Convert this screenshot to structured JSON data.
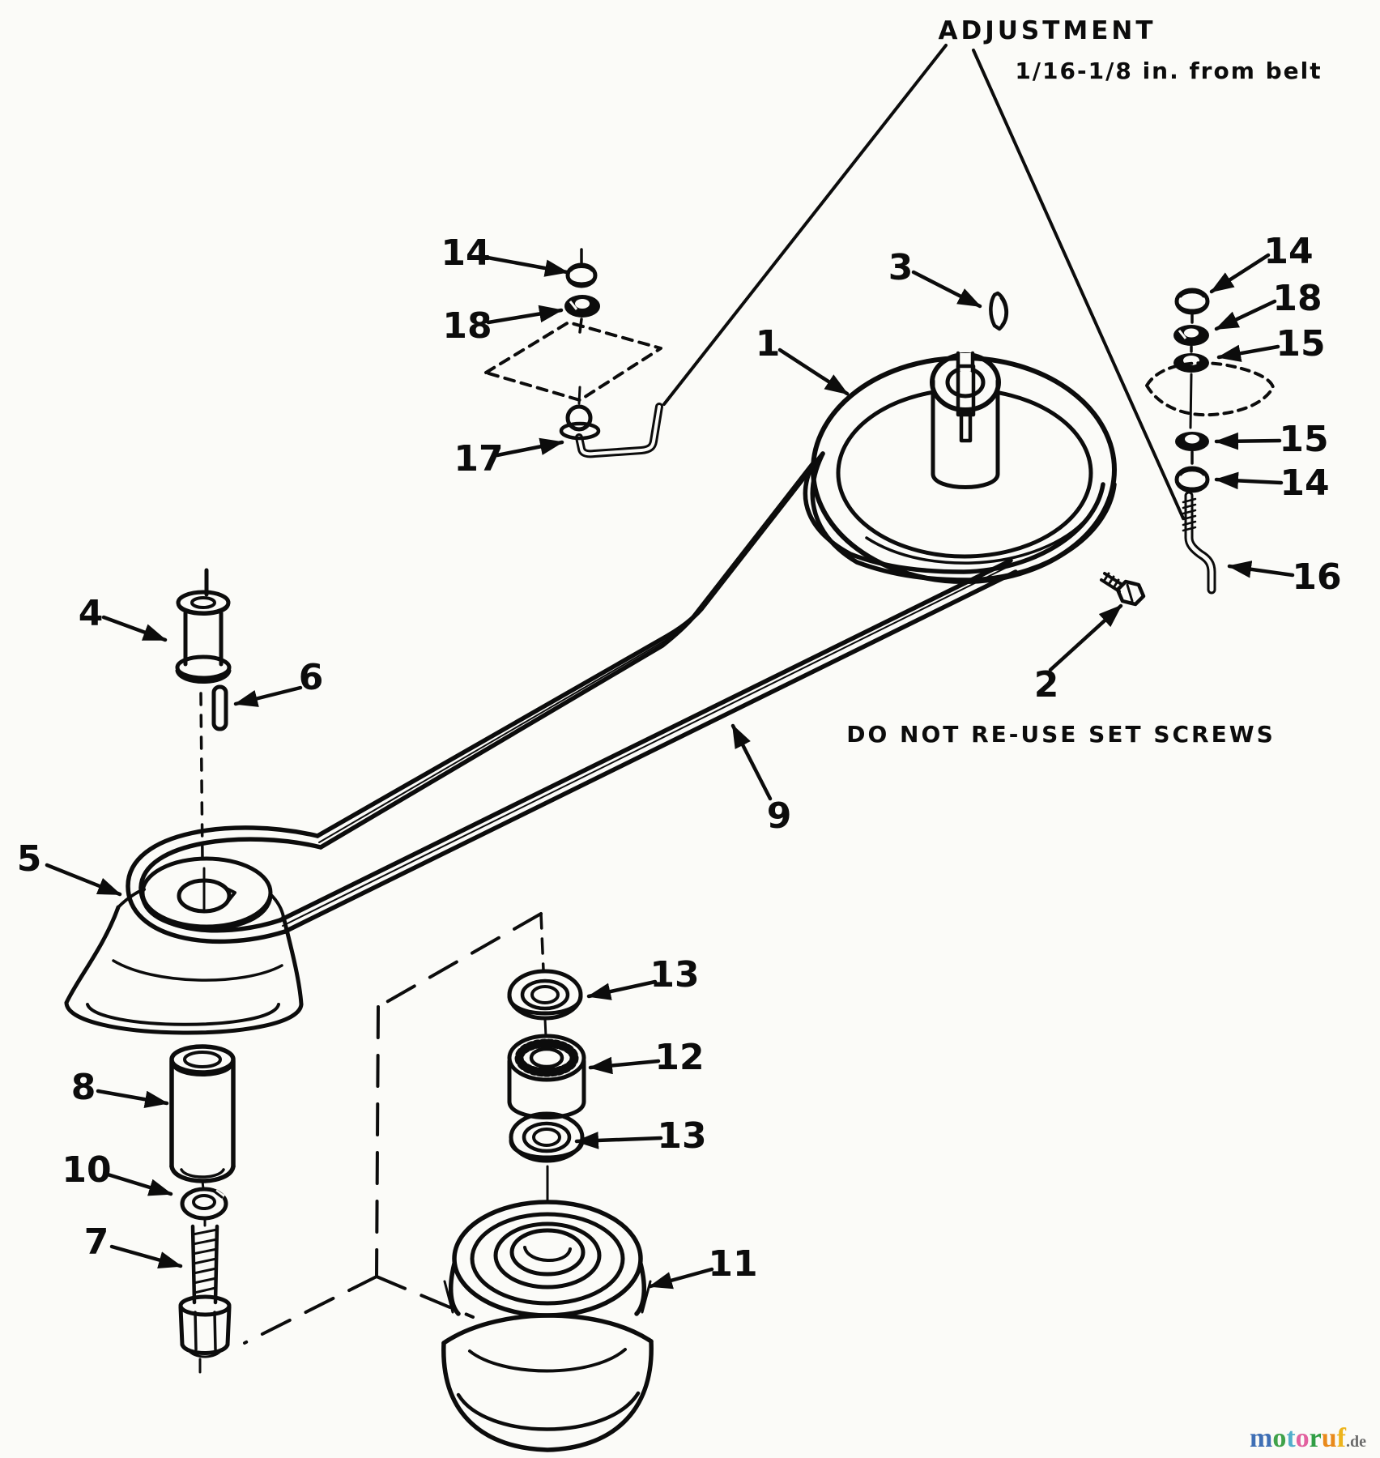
{
  "diagram": {
    "title": "ADJUSTMENT",
    "subtitle": "1/16-1/8 in. from belt",
    "warning": "DO NOT RE-USE SET SCREWS"
  },
  "callouts": [
    {
      "id": "14-left",
      "label": "14"
    },
    {
      "id": "18-left",
      "label": "18"
    },
    {
      "id": "17",
      "label": "17"
    },
    {
      "id": "1",
      "label": "1"
    },
    {
      "id": "3",
      "label": "3"
    },
    {
      "id": "14-right-top",
      "label": "14"
    },
    {
      "id": "18-right",
      "label": "18"
    },
    {
      "id": "15-right-upper",
      "label": "15"
    },
    {
      "id": "15-right-lower",
      "label": "15"
    },
    {
      "id": "14-right-bottom",
      "label": "14"
    },
    {
      "id": "16",
      "label": "16"
    },
    {
      "id": "2",
      "label": "2"
    },
    {
      "id": "9",
      "label": "9"
    },
    {
      "id": "5",
      "label": "5"
    },
    {
      "id": "4",
      "label": "4"
    },
    {
      "id": "6",
      "label": "6"
    },
    {
      "id": "8",
      "label": "8"
    },
    {
      "id": "10",
      "label": "10"
    },
    {
      "id": "7",
      "label": "7"
    },
    {
      "id": "13-upper",
      "label": "13"
    },
    {
      "id": "12",
      "label": "12"
    },
    {
      "id": "13-lower",
      "label": "13"
    },
    {
      "id": "11",
      "label": "11"
    }
  ],
  "watermark": {
    "word": [
      {
        "ch": "m",
        "color": "#3f6fb5"
      },
      {
        "ch": "o",
        "color": "#3fa24a"
      },
      {
        "ch": "t",
        "color": "#52aecb"
      },
      {
        "ch": "o",
        "color": "#e2619f"
      },
      {
        "ch": "r",
        "color": "#2f9e44"
      },
      {
        "ch": "u",
        "color": "#e98a1b"
      },
      {
        "ch": "f",
        "color": "#edb41c"
      }
    ],
    "suffix": ".de",
    "suffix_color": "#6b6b6b"
  }
}
